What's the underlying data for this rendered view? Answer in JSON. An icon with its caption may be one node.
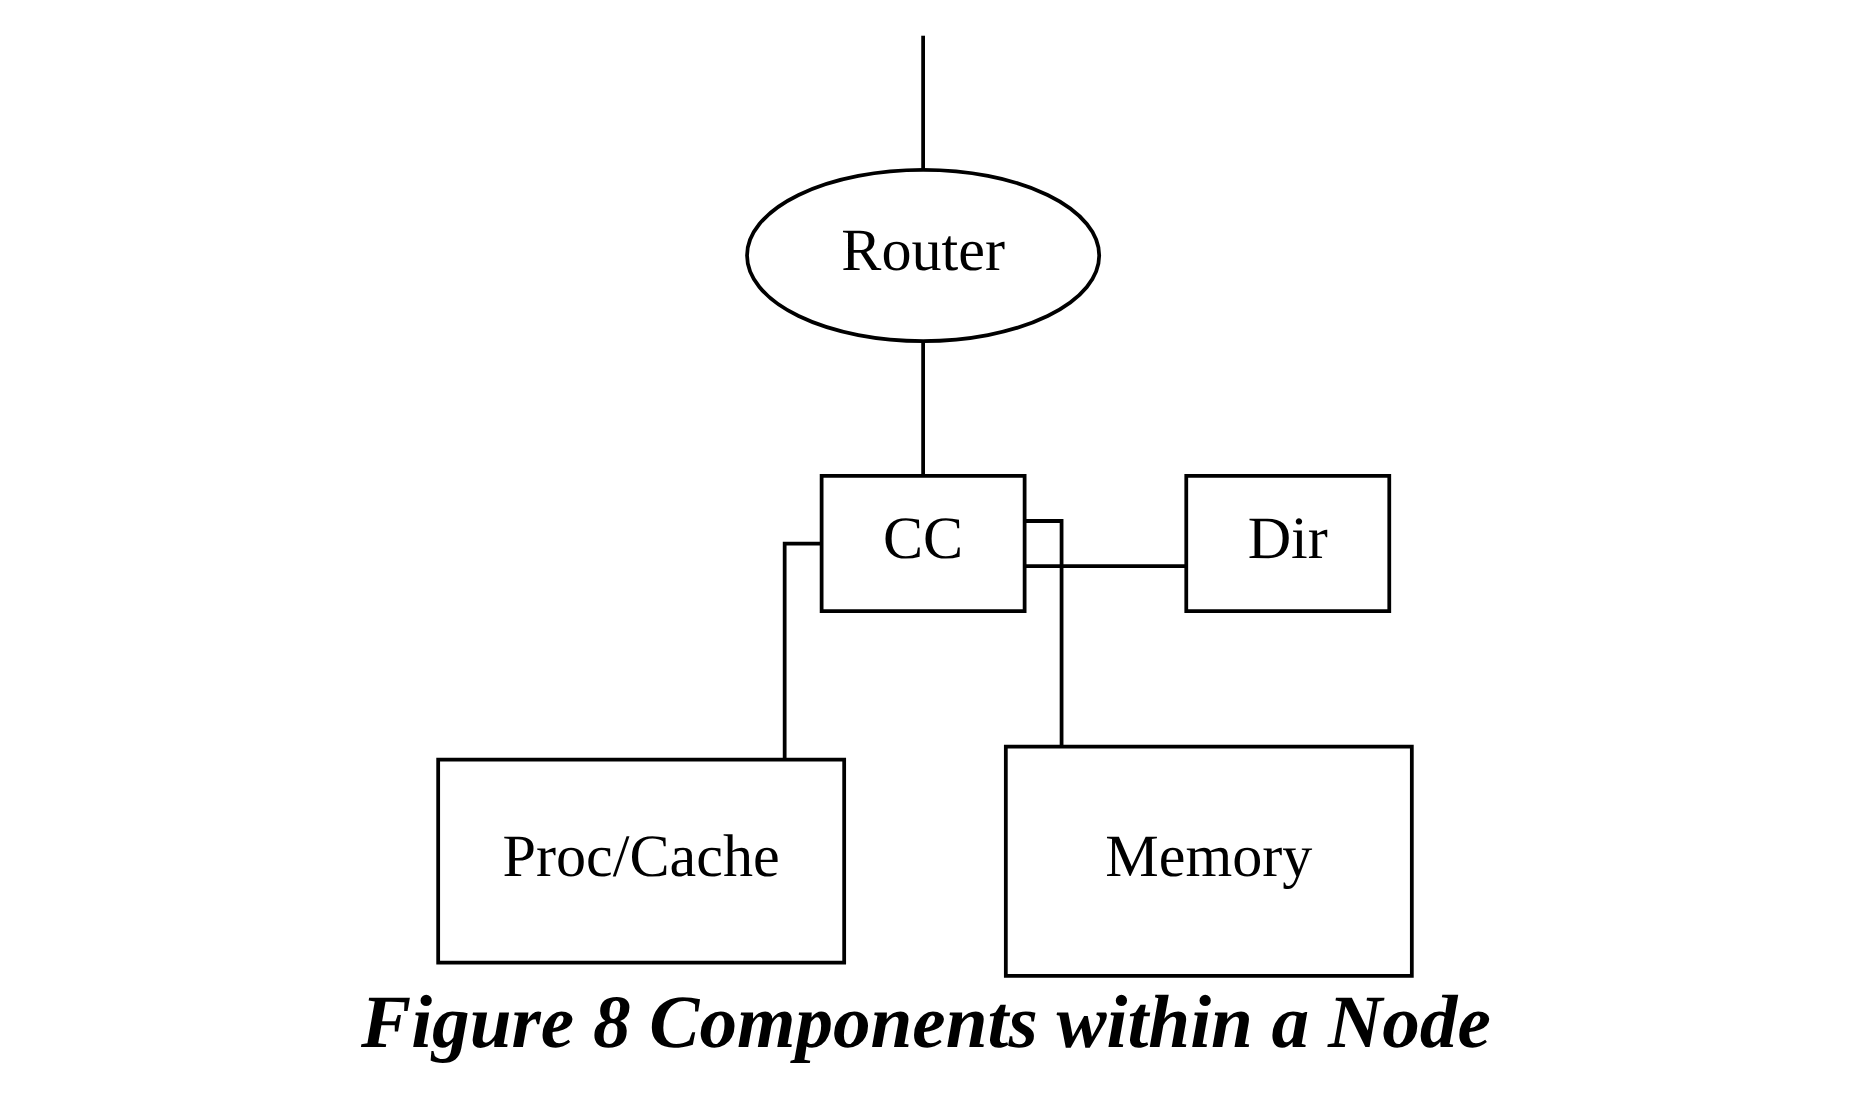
{
  "diagram": {
    "caption": "Figure 8 Components within a Node",
    "nodes": [
      {
        "text": [
          "Router"
        ]
      },
      {
        "text": [
          "CC"
        ]
      },
      {
        "text": [
          "Dir"
        ]
      },
      {
        "text": [
          "Proc/Cache"
        ]
      },
      {
        "text": [
          "Memory"
        ]
      }
    ],
    "edges": [
      {
        "from": null,
        "to": 0,
        "arrow": "none"
      },
      {
        "from": 0,
        "to": 1,
        "arrow": "none"
      },
      {
        "from": 1,
        "to": 2,
        "arrow": "none"
      },
      {
        "from": 1,
        "to": 3,
        "arrow": "none"
      },
      {
        "from": 1,
        "to": 4,
        "arrow": "none"
      }
    ]
  }
}
